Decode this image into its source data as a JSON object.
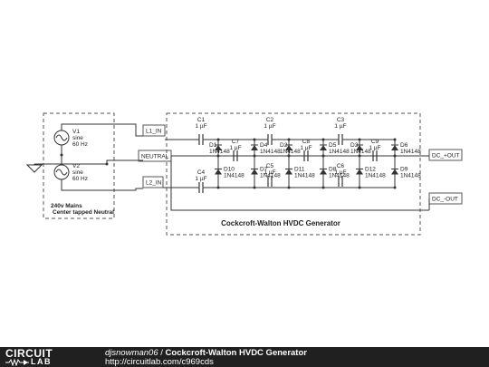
{
  "diagram": {
    "title": "Cockcroft-Walton HVDC Generator",
    "mains_label_line1": "240v Mains",
    "mains_label_line2": "Center tapped Neutral",
    "sources": [
      {
        "name": "V1",
        "type": "sine",
        "freq": "60 Hz"
      },
      {
        "name": "V2",
        "type": "sine",
        "freq": "60 Hz"
      }
    ],
    "nets": [
      "L1_IN",
      "NEUTRAL",
      "L2_IN",
      "DC_+OUT",
      "DC_-OUT"
    ],
    "capacitors": [
      {
        "name": "C1",
        "value": "1 µF"
      },
      {
        "name": "C2",
        "value": "1 µF"
      },
      {
        "name": "C3",
        "value": "1 µF"
      },
      {
        "name": "C4",
        "value": "1 µF"
      },
      {
        "name": "C5",
        "value": "1 µF"
      },
      {
        "name": "C6",
        "value": "1 µF"
      },
      {
        "name": "C7",
        "value": "1 µF"
      },
      {
        "name": "C8",
        "value": "1 µF"
      },
      {
        "name": "C9",
        "value": "1 µF"
      }
    ],
    "diodes": [
      {
        "name": "D1",
        "part": "1N4148"
      },
      {
        "name": "D2",
        "part": "1N4148"
      },
      {
        "name": "D3",
        "part": "1N4148"
      },
      {
        "name": "D4",
        "part": "1N4148"
      },
      {
        "name": "D5",
        "part": "1N4148"
      },
      {
        "name": "D6",
        "part": "1N4148"
      },
      {
        "name": "D7",
        "part": "1N4148"
      },
      {
        "name": "D8",
        "part": "1N4148"
      },
      {
        "name": "D9",
        "part": "1N4148"
      },
      {
        "name": "D10",
        "part": "1N4148"
      },
      {
        "name": "D11",
        "part": "1N4148"
      },
      {
        "name": "D12",
        "part": "1N4148"
      }
    ]
  },
  "footer": {
    "logo_top": "CIRCUIT",
    "logo_bottom": "LAB",
    "author": "djsnowman06",
    "separator": " / ",
    "title": "Cockcroft-Walton HVDC Generator",
    "url": "http://circuitlab.com/c969cds"
  }
}
